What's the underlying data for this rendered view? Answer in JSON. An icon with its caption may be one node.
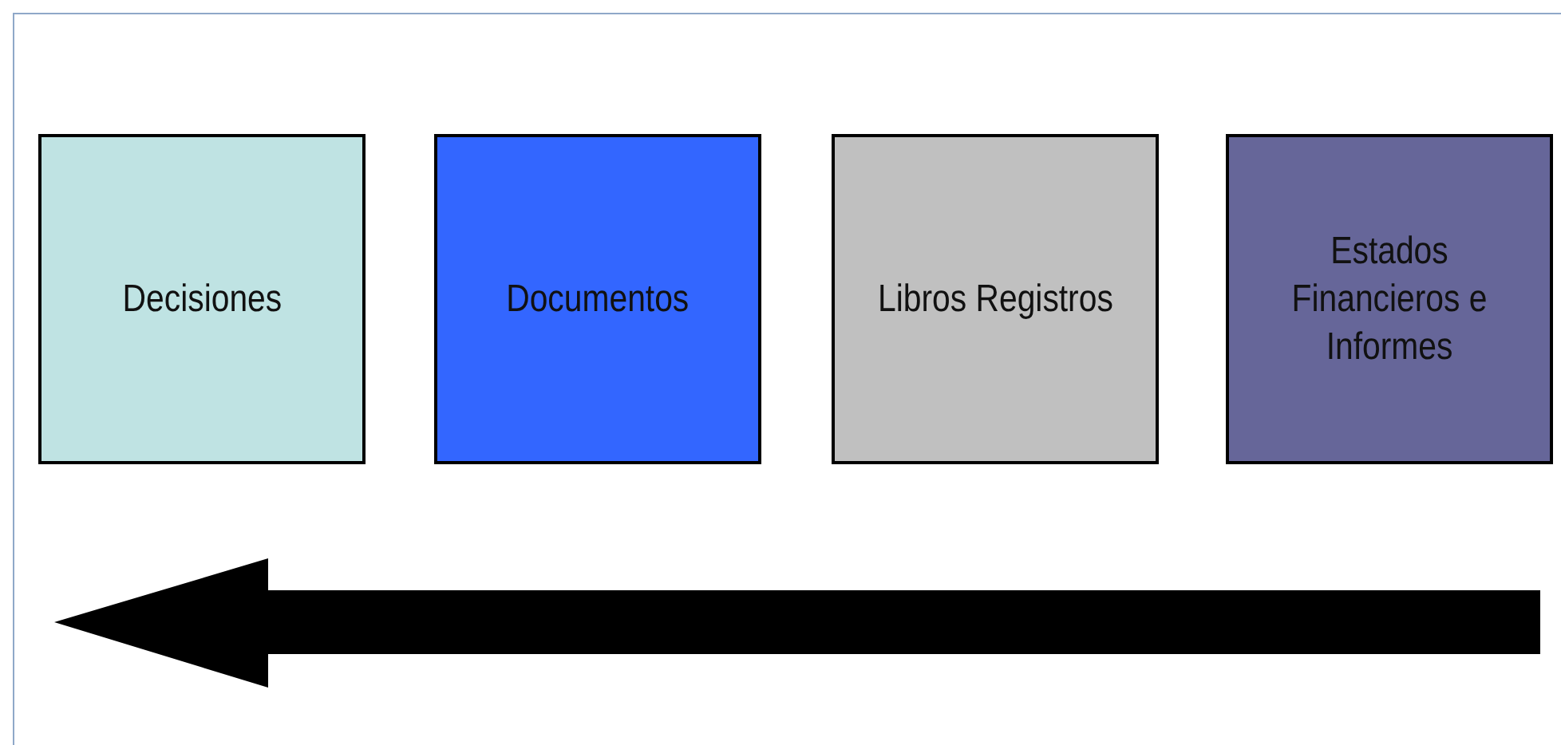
{
  "diagram": {
    "nodes": [
      {
        "text": [
          "Decisiones"
        ]
      },
      {
        "text": [
          "Documentos"
        ]
      },
      {
        "text": [
          "Libros Registros"
        ]
      },
      {
        "text": [
          "Estados Financieros e Informes"
        ]
      }
    ]
  }
}
